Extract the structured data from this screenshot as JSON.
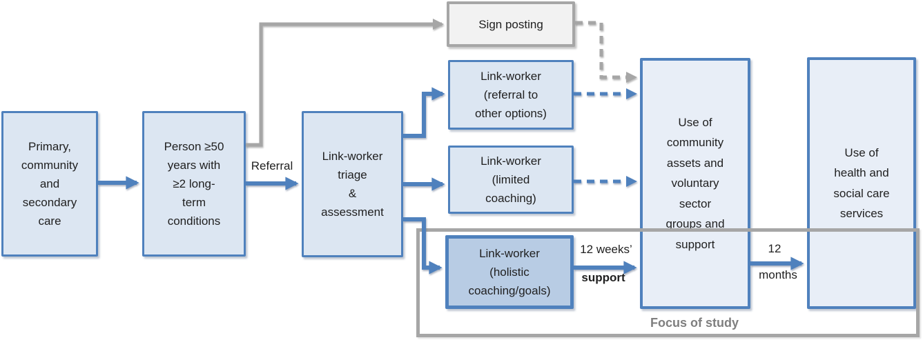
{
  "colors": {
    "accent_blue": "#4f81bd",
    "box_fill": "#dce6f2",
    "tall_box_fill": "#e8eef7",
    "holistic_box_fill": "#b8cce4",
    "signpost_fill": "#f2f2f2",
    "gray": "#a6a6a6",
    "focus_label_gray": "#7f7f7f",
    "text": "#1f1f1f"
  },
  "boxes": {
    "primary_care": {
      "label": "Primary,\ncommunity\nand\nsecondary\ncare"
    },
    "person": {
      "label": "Person ≥50\nyears with\n≥2 long-\nterm\nconditions"
    },
    "triage": {
      "label": "Link-worker\ntriage\n&\nassessment"
    },
    "sign_posting": {
      "label": "Sign posting"
    },
    "referral_options": {
      "label": "Link-worker\n(referral to\nother options)"
    },
    "limited_coaching": {
      "label": "Link-worker\n(limited\ncoaching)"
    },
    "holistic_coaching": {
      "label": "Link-worker\n(holistic\ncoaching/goals)"
    },
    "community_assets": {
      "label": "Use of\ncommunity\nassets and\nvoluntary\nsector\ngroups and\nsupport"
    },
    "health_services": {
      "label": "Use of\nhealth and\nsocial care\nservices"
    }
  },
  "labels": {
    "referral": "Referral",
    "twelve_weeks": "12 weeks’",
    "twelve_weeks_sub": "support",
    "twelve_months": "12",
    "twelve_months_sub": "months",
    "focus_of_study": "Focus of study"
  }
}
